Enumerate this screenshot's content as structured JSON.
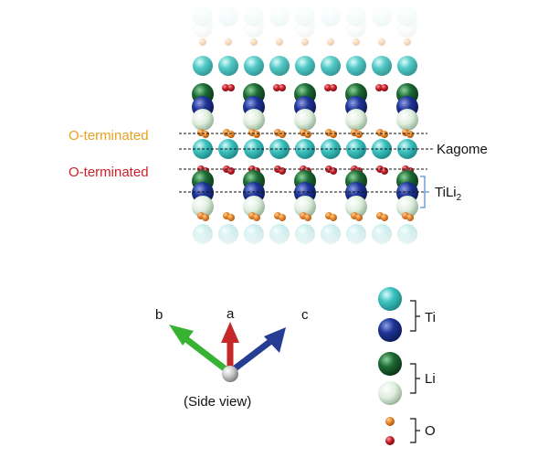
{
  "labels": {
    "o_terminated_top": "O-terminated",
    "o_terminated_bottom": "O-terminated",
    "kagome": "Kagome",
    "tili2_main": "TiLi",
    "tili2_sub": "2"
  },
  "axes": {
    "a": "a",
    "b": "b",
    "c": "c",
    "caption": "(Side view)"
  },
  "legend": {
    "ti": "Ti",
    "li": "Li",
    "o": "O"
  },
  "colors": {
    "ti_cyan": "#3ec3c0",
    "ti_blue": "#1f3597",
    "li_green": "#1e6b35",
    "li_white": "#dfeedd",
    "o_orange": "#e7862a",
    "o_red": "#c9202a",
    "label_orange": "#e8a020",
    "label_red": "#d0202a",
    "bracket_blue": "#5b8fd6",
    "axis_a": "#c42828",
    "axis_b": "#38b233",
    "axis_c": "#253d93"
  }
}
